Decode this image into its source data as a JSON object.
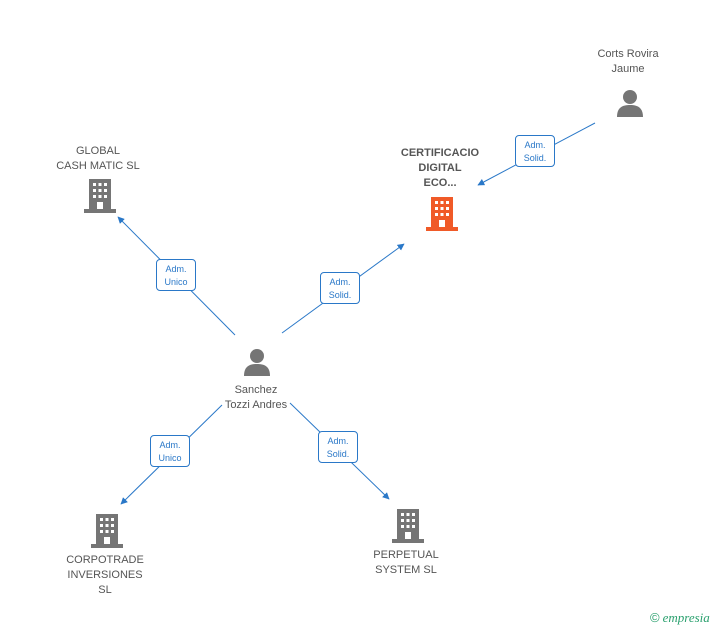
{
  "colors": {
    "edge": "#2a78c8",
    "node_gray": "#757575",
    "node_highlight": "#f05a28",
    "text": "#555555"
  },
  "nodes": {
    "corts": {
      "label": "Corts Rovira\nJaume",
      "icon": "person-icon"
    },
    "certificacio": {
      "label": "CERTIFICACIO\nDIGITAL\nECO...",
      "icon": "building-icon"
    },
    "global": {
      "label": "GLOBAL\nCASH MATIC SL",
      "icon": "building-icon"
    },
    "sanchez": {
      "label": "Sanchez\nTozzi Andres",
      "icon": "person-icon"
    },
    "corpotrade": {
      "label": "CORPOTRADE\nINVERSIONES\nSL",
      "icon": "building-icon"
    },
    "perpetual": {
      "label": "PERPETUAL\nSYSTEM SL",
      "icon": "building-icon"
    }
  },
  "edges": {
    "corts_certificacio": "Adm.\nSolid.",
    "sanchez_global": "Adm.\nUnico",
    "sanchez_certificacio": "Adm.\nSolid.",
    "sanchez_corpotrade": "Adm.\nUnico",
    "sanchez_perpetual": "Adm.\nSolid."
  },
  "brand": {
    "symbol": "©",
    "name": "empresia"
  }
}
